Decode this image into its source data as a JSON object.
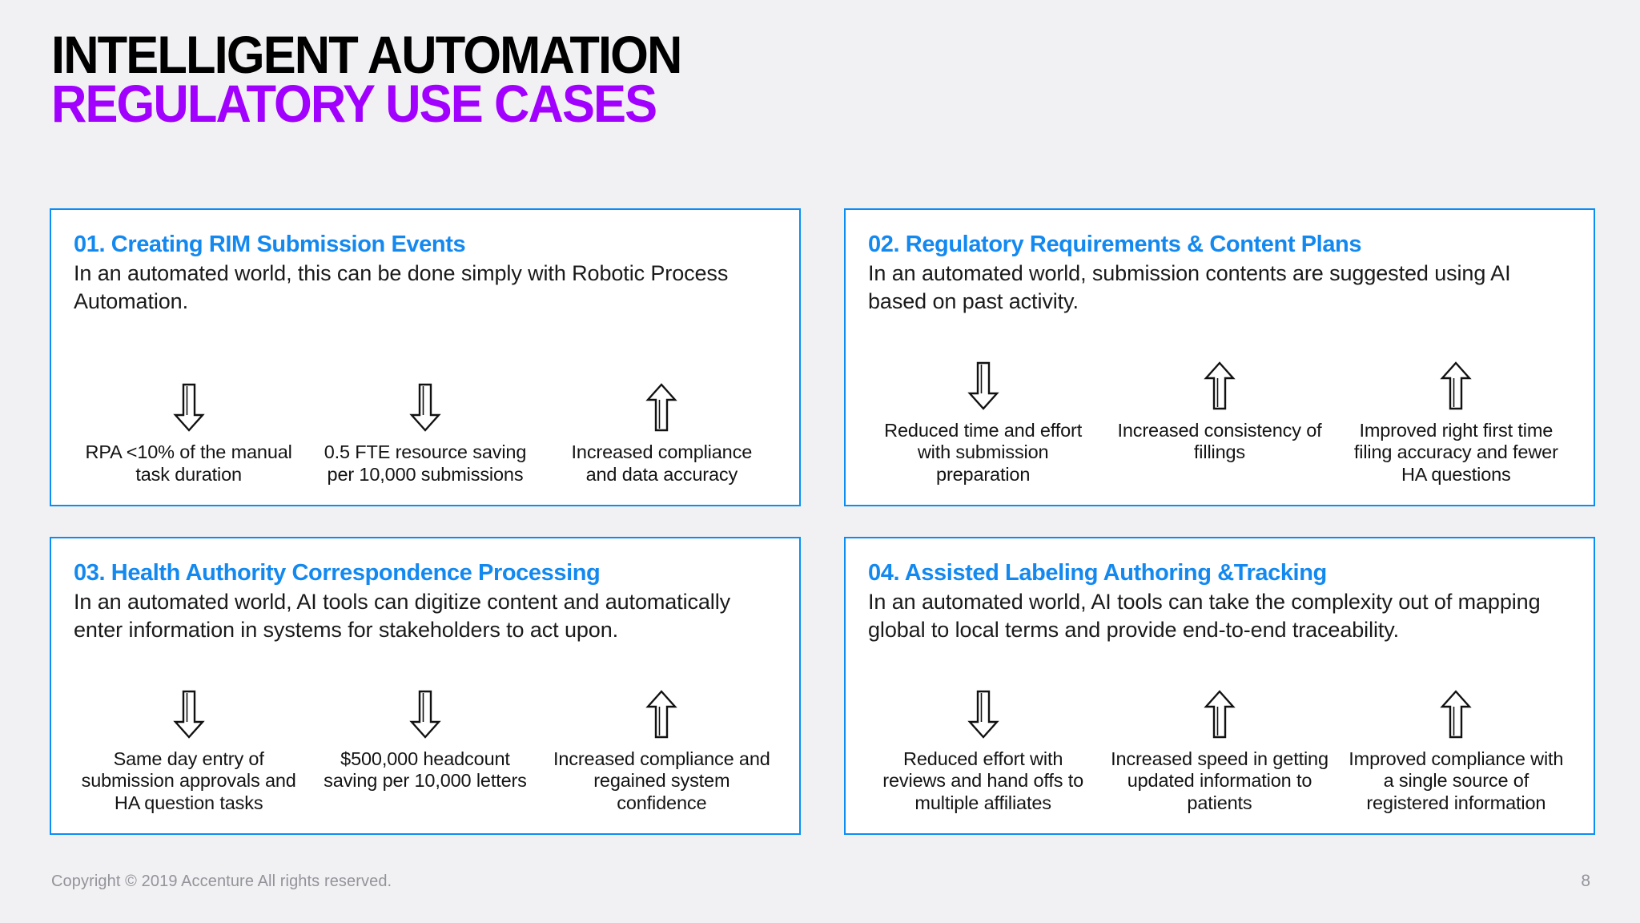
{
  "title": {
    "line1": "INTELLIGENT AUTOMATION",
    "line2": "REGULATORY USE CASES",
    "line1_color": "#000000",
    "line2_color": "#A100FF"
  },
  "theme": {
    "background": "#F1F1F3",
    "card_border": "#0B8EF4",
    "card_title": "#1389F0",
    "body_text": "#1A1A1A",
    "footer_text": "#93949A"
  },
  "cards": [
    {
      "title": "01. Creating RIM Submission Events",
      "description": "In an automated world, this can be done simply with Robotic Process Automation.",
      "benefits": [
        {
          "arrow": "arrow-down-icon",
          "text": "RPA <10% of the manual task duration"
        },
        {
          "arrow": "arrow-down-icon",
          "text": "0.5 FTE resource saving per 10,000 submissions"
        },
        {
          "arrow": "arrow-up-icon",
          "text": "Increased compliance and data accuracy"
        }
      ]
    },
    {
      "title": "02. Regulatory Requirements & Content Plans",
      "description": "In an automated world, submission contents are suggested using AI based on past activity.",
      "benefits": [
        {
          "arrow": "arrow-down-icon",
          "text": "Reduced time and effort with submission preparation"
        },
        {
          "arrow": "arrow-up-icon",
          "text": "Increased consistency of fillings"
        },
        {
          "arrow": "arrow-up-icon",
          "text": "Improved right first time filing accuracy and fewer HA questions"
        }
      ]
    },
    {
      "title": "03. Health Authority Correspondence Processing",
      "description": "In an automated world, AI tools can digitize content and automatically enter information in systems for stakeholders to act upon.",
      "benefits": [
        {
          "arrow": "arrow-down-icon",
          "text": "Same day entry of submission approvals and HA question tasks"
        },
        {
          "arrow": "arrow-down-icon",
          "text": "$500,000 headcount saving per 10,000 letters"
        },
        {
          "arrow": "arrow-up-icon",
          "text": "Increased compliance and regained system confidence"
        }
      ]
    },
    {
      "title": "04. Assisted Labeling Authoring &Tracking",
      "description": "In an automated world, AI tools can take the complexity out of mapping global to local terms and provide end-to-end traceability.",
      "benefits": [
        {
          "arrow": "arrow-down-icon",
          "text": "Reduced effort with reviews and hand offs to multiple affiliates"
        },
        {
          "arrow": "arrow-up-icon",
          "text": "Increased speed in getting updated information to patients"
        },
        {
          "arrow": "arrow-up-icon",
          "text": "Improved compliance with a single source of registered information"
        }
      ]
    }
  ],
  "footer": {
    "copyright": "Copyright © 2019 Accenture  All rights reserved.",
    "page_number": "8"
  }
}
